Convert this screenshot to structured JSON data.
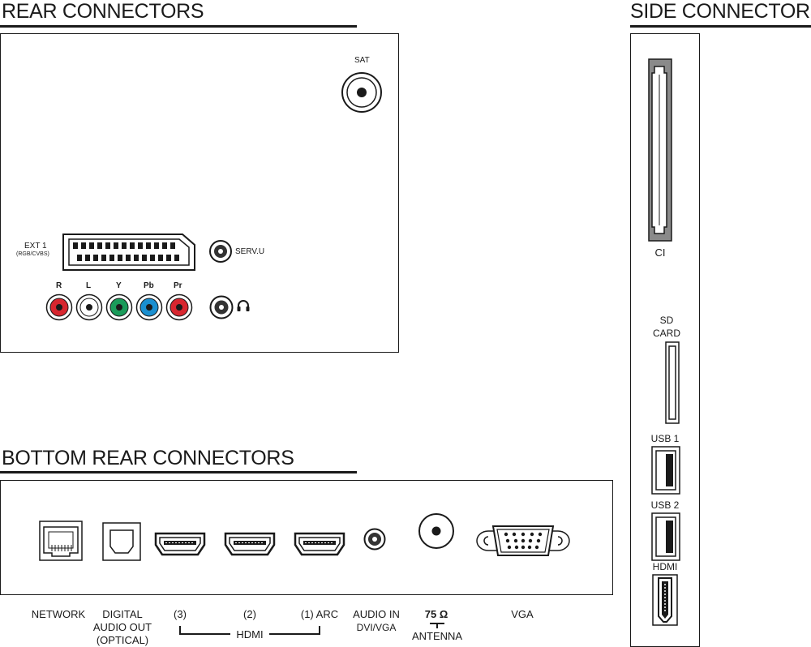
{
  "sections": {
    "rear_title": "REAR CONNECTORS",
    "side_title": "SIDE CONNECTORS",
    "bottom_title": "BOTTOM REAR CONNECTORS"
  },
  "rear": {
    "sat": "SAT",
    "ext1": "EXT 1",
    "ext1_sub": "(RGB/CVBS)",
    "servu": "SERV.U",
    "jacks": [
      {
        "label": "R",
        "color": "#d8262f"
      },
      {
        "label": "L",
        "color": "#ffffff"
      },
      {
        "label": "Y",
        "color": "#1a9b5a"
      },
      {
        "label": "Pb",
        "color": "#1a8fd0"
      },
      {
        "label": "Pr",
        "color": "#d8262f"
      }
    ],
    "headphone_icon": "headphone-icon"
  },
  "side": {
    "ci": "CI",
    "sd_line1": "SD",
    "sd_line2": "CARD",
    "usb1": "USB 1",
    "usb2": "USB 2",
    "hdmi": "HDMI"
  },
  "bottom": {
    "network": "NETWORK",
    "digital_line1": "DIGITAL",
    "digital_line2": "AUDIO OUT",
    "digital_line3": "(OPTICAL)",
    "hdmi3": "(3)",
    "hdmi2": "(2)",
    "hdmi1": "(1) ARC",
    "hdmi_group": "HDMI",
    "audio_in_line1": "AUDIO IN",
    "audio_in_line2": "DVI/VGA",
    "ohm": "75 Ω",
    "antenna": "ANTENNA",
    "vga": "VGA"
  }
}
